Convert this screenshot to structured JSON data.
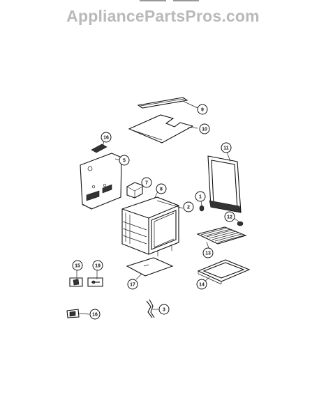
{
  "watermark": "AppliancePartsPros.com",
  "callouts": [
    {
      "id": "c9",
      "label": "9"
    },
    {
      "id": "c10",
      "label": "10"
    },
    {
      "id": "c16a",
      "label": "16"
    },
    {
      "id": "c5",
      "label": "5"
    },
    {
      "id": "c11",
      "label": "11"
    },
    {
      "id": "c7",
      "label": "7"
    },
    {
      "id": "c8",
      "label": "8"
    },
    {
      "id": "c1",
      "label": "1"
    },
    {
      "id": "c2",
      "label": "2"
    },
    {
      "id": "c12",
      "label": "12"
    },
    {
      "id": "c13",
      "label": "13"
    },
    {
      "id": "c15",
      "label": "15"
    },
    {
      "id": "c19",
      "label": "19"
    },
    {
      "id": "c17",
      "label": "17"
    },
    {
      "id": "c14",
      "label": "14"
    },
    {
      "id": "c3",
      "label": "3"
    },
    {
      "id": "c16b",
      "label": "16"
    }
  ]
}
